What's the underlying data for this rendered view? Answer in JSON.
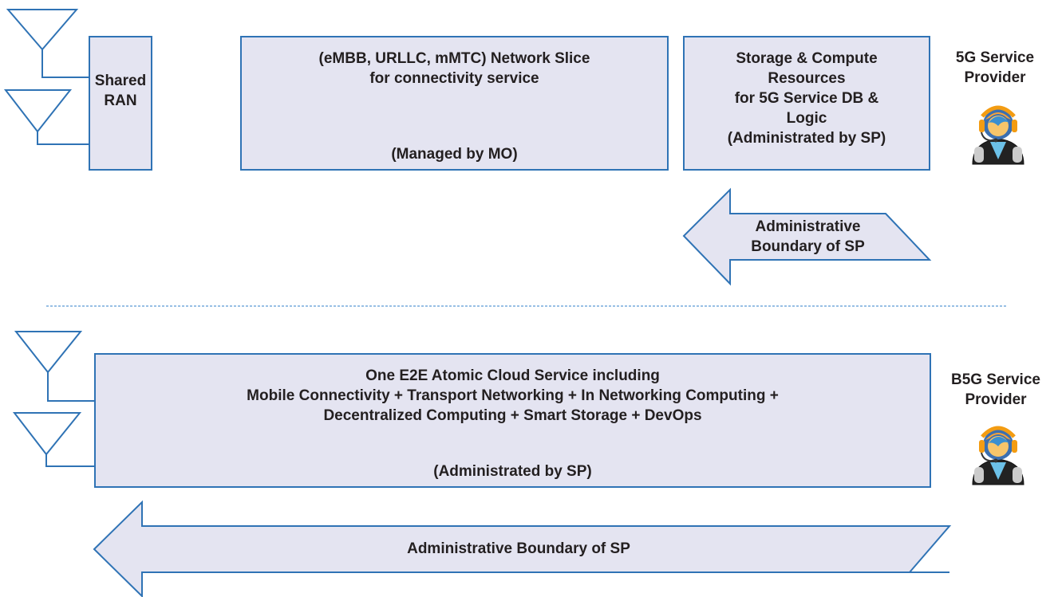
{
  "top": {
    "ran_box": "Shared\nRAN",
    "slice_box": {
      "title": "(eMBB, URLLC, mMTC) Network Slice\nfor connectivity service",
      "note": "(Managed by MO)"
    },
    "storage_box": "Storage & Compute\nResources\nfor 5G Service DB &\nLogic\n(Administrated by SP)",
    "provider_label": "5G Service\nProvider",
    "arrow_label": "Administrative\nBoundary of SP"
  },
  "bottom": {
    "service_box": {
      "title": "One E2E Atomic Cloud Service including\nMobile Connectivity + Transport Networking + In Networking Computing +\nDecentralized Computing + Smart Storage + DevOps",
      "note": "(Administrated by SP)"
    },
    "provider_label": "B5G Service\nProvider",
    "arrow_label": "Administrative Boundary of SP"
  },
  "colors": {
    "box_fill": "#e4e4f1",
    "stroke": "#2f73b5",
    "text": "#231f20",
    "divider": "#5b9bd5"
  },
  "icons": [
    "antenna-icon",
    "service-provider-avatar-icon"
  ]
}
